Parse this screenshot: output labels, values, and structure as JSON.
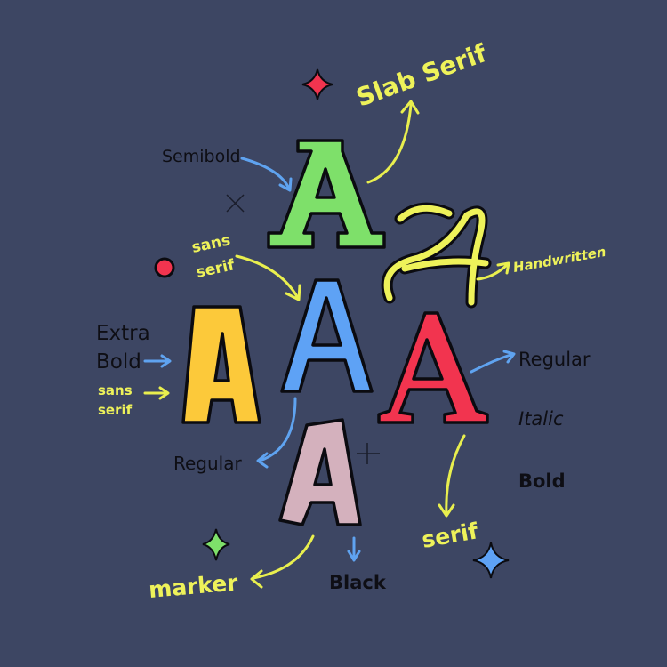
{
  "colors": {
    "background": "#3d4663",
    "green": "#7ee06a",
    "blue": "#5ea2f5",
    "yellow": "#fcc93a",
    "red": "#f2344f",
    "handwritten": "#eef25a",
    "pink": "#d4b1bd",
    "label_yellow": "#eef25a",
    "arrow_blue": "#5fa3f0"
  },
  "letters": {
    "slab": "A",
    "sans": "A",
    "extrabold": "A",
    "serif": "A",
    "handwritten": "A",
    "marker": "A"
  },
  "labels": {
    "slab_serif": "Slab Serif",
    "semibold": "Semibold",
    "sans_serif_1a": "sans",
    "sans_serif_1b": "serif",
    "extra": "Extra",
    "bold_word": "Bold",
    "sans_serif_2a": "sans",
    "sans_serif_2b": "serif",
    "regular_left": "Regular",
    "marker": "marker",
    "black": "Black",
    "serif": "serif",
    "handwritten": "Handwritten",
    "regular_right": "Regular",
    "italic": "Italic",
    "bold": "Bold"
  },
  "decorations": [
    "star-red",
    "star-green",
    "star-blue",
    "dot-red",
    "cross-x",
    "cross-plus"
  ]
}
